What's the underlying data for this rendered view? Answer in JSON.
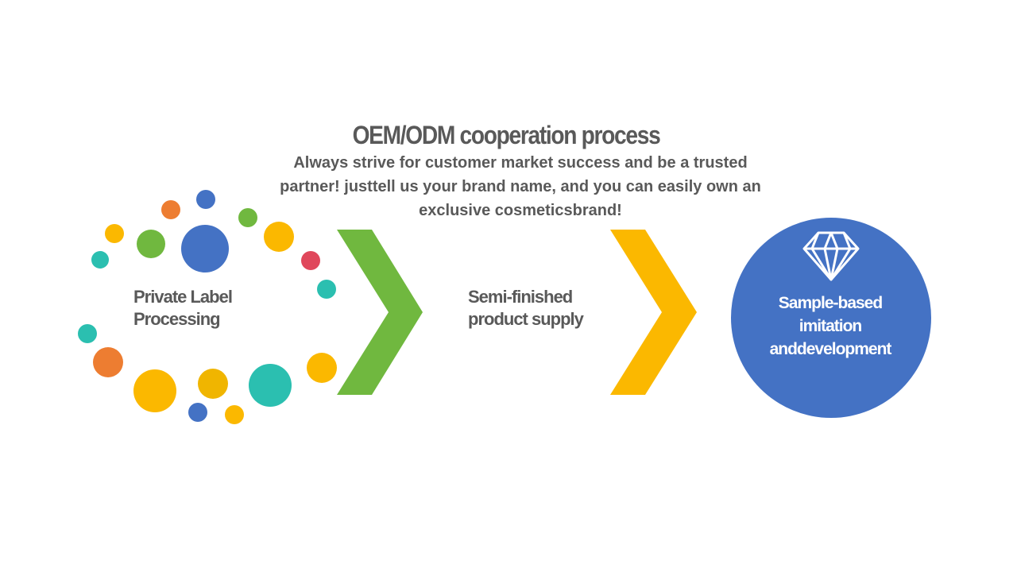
{
  "title": "OEM/ODM cooperation process",
  "subtitle": "Always strive for customer market success and be a trusted partner! justtell us your brand name, and you can easily own an exclusive cosmeticsbrand!",
  "steps": [
    {
      "label_line1": "Private Label",
      "label_line2": "Processing"
    },
    {
      "label_line1": "Semi-finished",
      "label_line2": "product supply"
    },
    {
      "label_line1": "Sample-based",
      "label_line2": "imitation",
      "label_line3": "anddevelopment"
    }
  ],
  "colors": {
    "text": "#595959",
    "green": "#70b83f",
    "gold": "#fbb800",
    "blue": "#4472c4",
    "orange": "#ed7d31",
    "teal": "#2bbfb0",
    "red": "#e0475b"
  },
  "icons": {
    "step3": "diamond-icon"
  }
}
